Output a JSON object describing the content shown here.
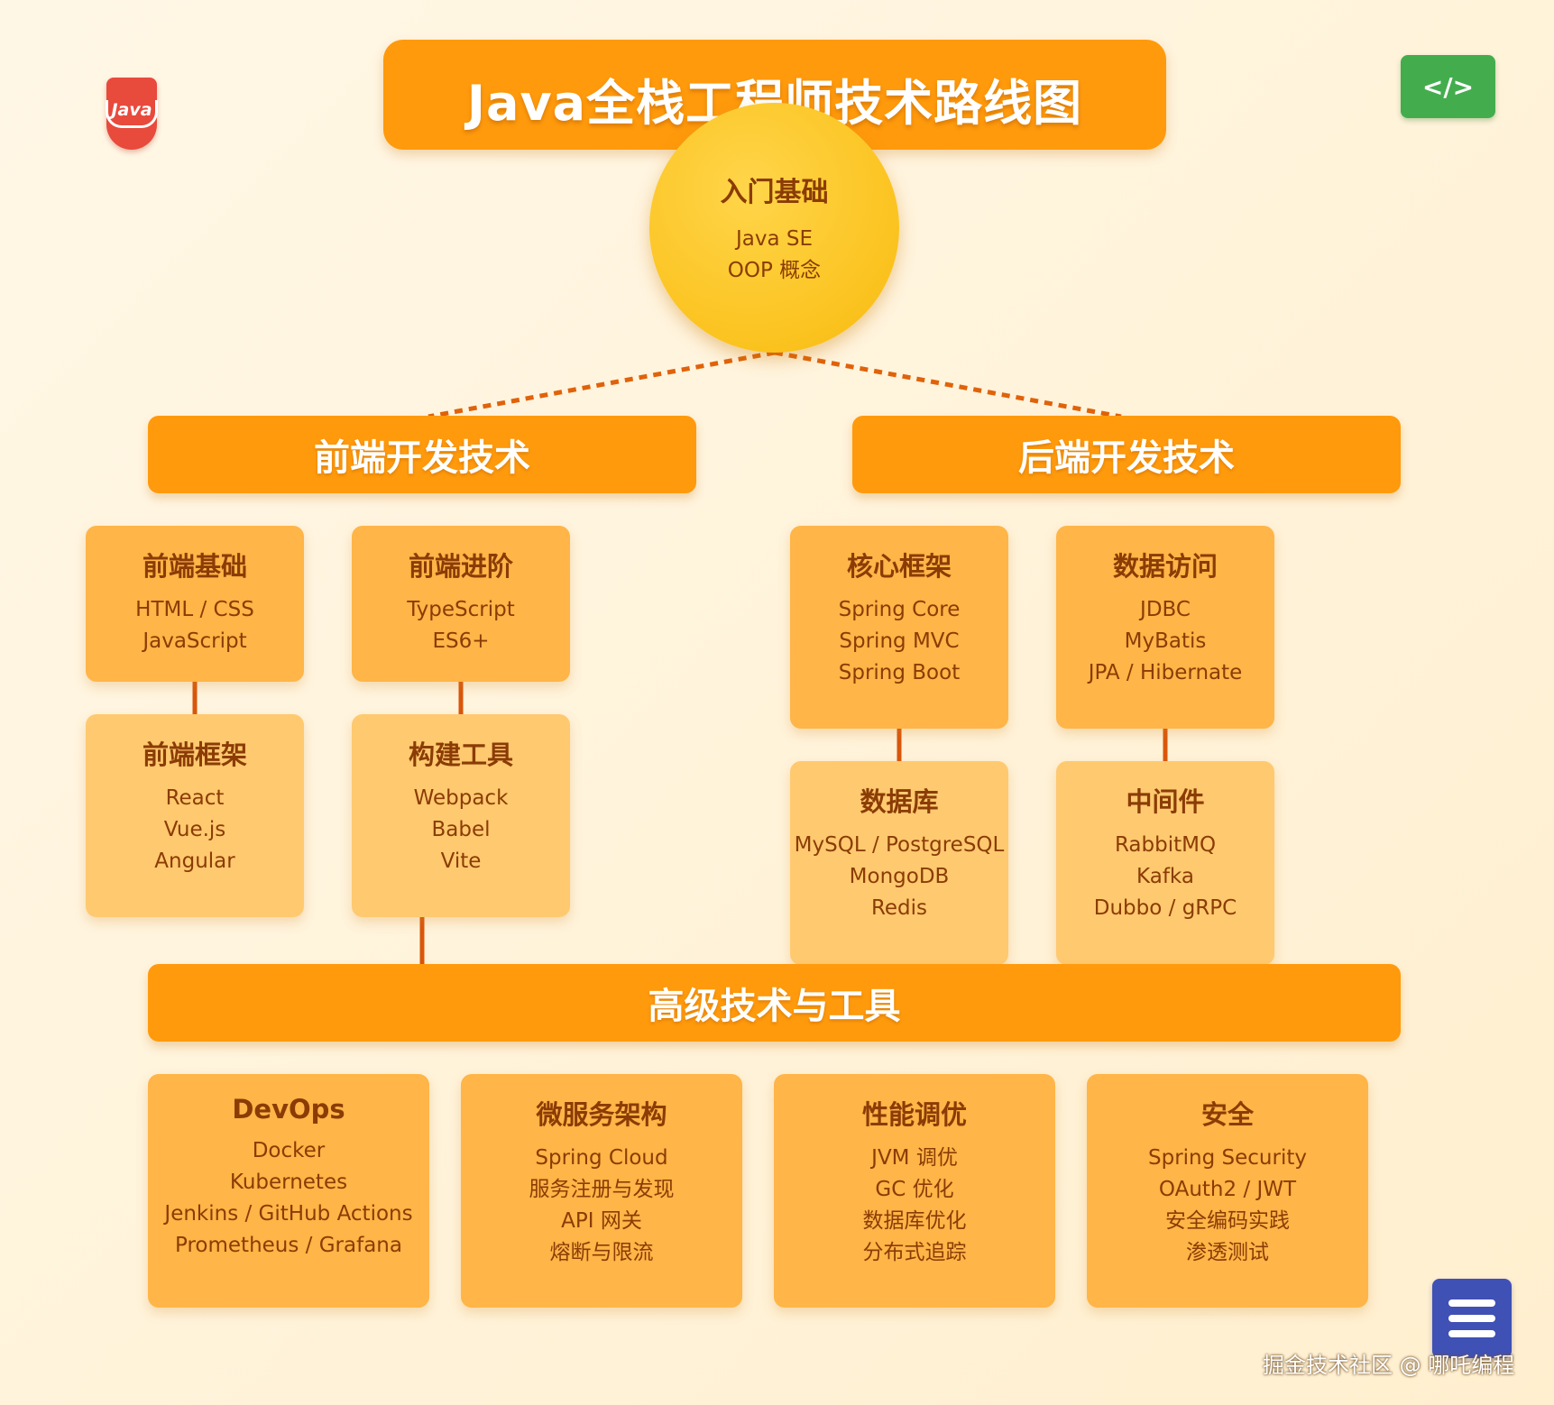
{
  "title": "Java全栈工程师技术路线图",
  "logo": {
    "text": "Java",
    "color": "#e84a3c"
  },
  "code_button": {
    "label": "</>",
    "color": "#43ad4e"
  },
  "core": {
    "heading": "入门基础",
    "items": [
      "Java SE",
      "OOP 概念"
    ]
  },
  "frontend": {
    "header": "前端开发技术",
    "cards": [
      {
        "title": "前端基础",
        "items": [
          "HTML / CSS",
          "JavaScript"
        ]
      },
      {
        "title": "前端进阶",
        "items": [
          "TypeScript",
          "ES6+"
        ]
      },
      {
        "title": "前端框架",
        "items": [
          "React",
          "Vue.js",
          "Angular"
        ]
      },
      {
        "title": "构建工具",
        "items": [
          "Webpack",
          "Babel",
          "Vite"
        ]
      }
    ]
  },
  "backend": {
    "header": "后端开发技术",
    "cards": [
      {
        "title": "核心框架",
        "items": [
          "Spring Core",
          "Spring MVC",
          "Spring Boot"
        ]
      },
      {
        "title": "数据访问",
        "items": [
          "JDBC",
          "MyBatis",
          "JPA / Hibernate"
        ]
      },
      {
        "title": "数据库",
        "items": [
          "MySQL / PostgreSQL",
          "MongoDB",
          "Redis"
        ]
      },
      {
        "title": "中间件",
        "items": [
          "RabbitMQ",
          "Kafka",
          "Dubbo / gRPC"
        ]
      }
    ]
  },
  "advanced": {
    "header": "高级技术与工具",
    "cards": [
      {
        "title": "DevOps",
        "items": [
          "Docker",
          "Kubernetes",
          "Jenkins / GitHub Actions",
          "Prometheus / Grafana"
        ]
      },
      {
        "title": "微服务架构",
        "items": [
          "Spring Cloud",
          "服务注册与发现",
          "API 网关",
          "熔断与限流"
        ]
      },
      {
        "title": "性能调优",
        "items": [
          "JVM 调优",
          "GC 优化",
          "数据库优化",
          "分布式追踪"
        ]
      },
      {
        "title": "安全",
        "items": [
          "Spring Security",
          "OAuth2 / JWT",
          "安全编码实践",
          "渗透测试"
        ]
      }
    ]
  },
  "watermark": "掘金技术社区 @ 哪吒编程",
  "colors": {
    "accent": "#ff9a0c",
    "card_primary": "#ffb547",
    "card_secondary": "#ffc96f",
    "text": "#8b3c05",
    "connector": "#e0620a",
    "core": "#fbc31f"
  }
}
